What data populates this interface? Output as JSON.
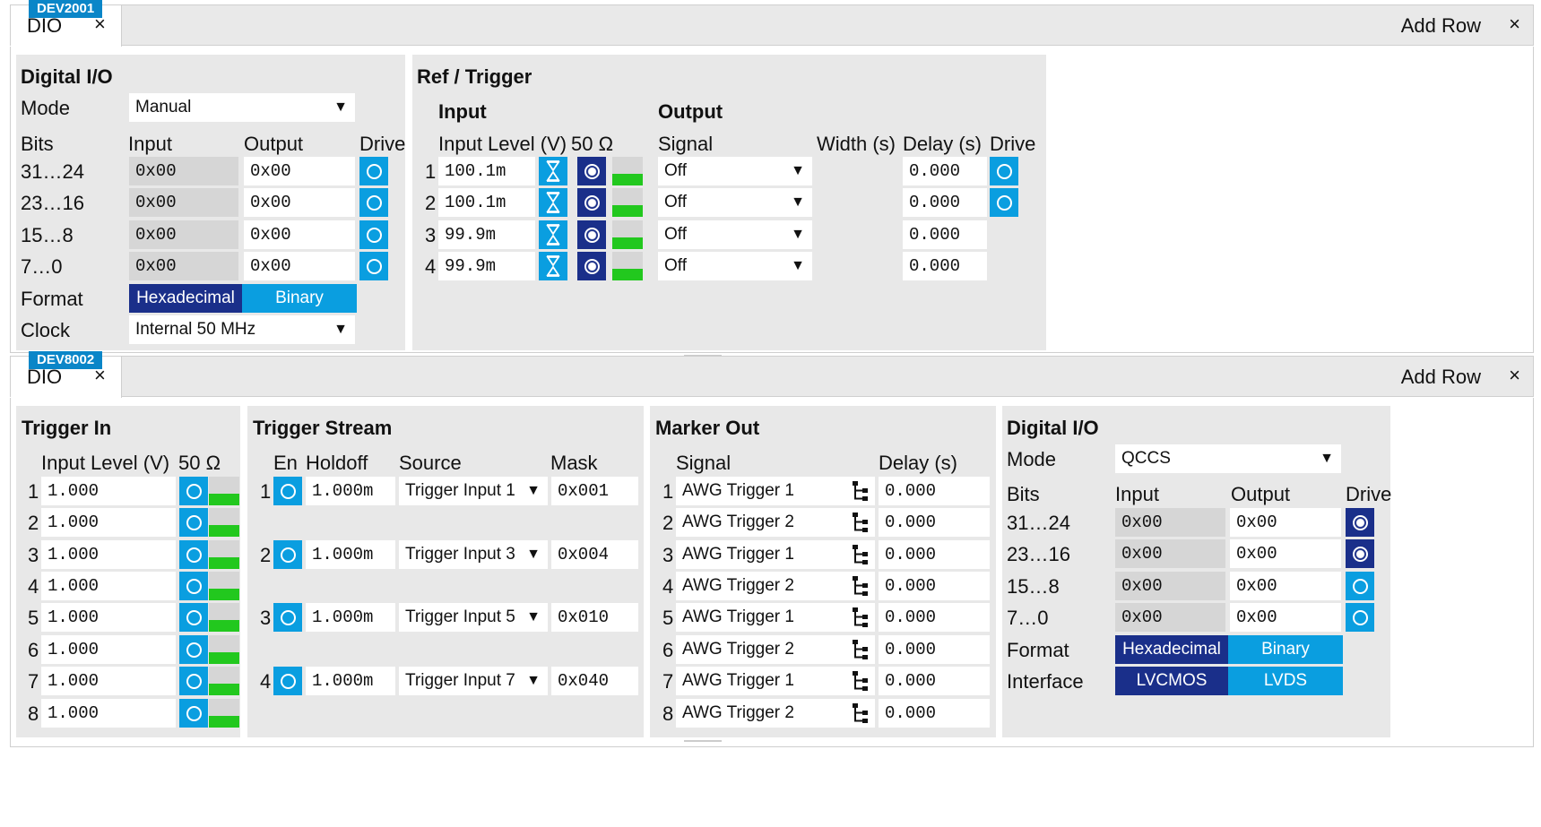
{
  "common": {
    "tab_name": "DIO",
    "close": "×",
    "add_row": "Add Row"
  },
  "dev1": {
    "device": "DEV2001",
    "dio": {
      "title": "Digital I/O",
      "mode_label": "Mode",
      "mode": "Manual",
      "bits_label": "Bits",
      "input_label": "Input",
      "output_label": "Output",
      "drive_label": "Drive",
      "rows": [
        {
          "bits": "31…24",
          "input": "0x00",
          "output": "0x00"
        },
        {
          "bits": "23…16",
          "input": "0x00",
          "output": "0x00"
        },
        {
          "bits": "15…8",
          "input": "0x00",
          "output": "0x00"
        },
        {
          "bits": "7…0",
          "input": "0x00",
          "output": "0x00"
        }
      ],
      "format_label": "Format",
      "hex": "Hexadecimal",
      "bin": "Binary",
      "clock_label": "Clock",
      "clock": "Internal 50 MHz"
    },
    "ref": {
      "title": "Ref / Trigger",
      "input_head": "Input",
      "output_head": "Output",
      "level_label": "Input Level (V)",
      "ohm_label": "50 Ω",
      "signal_label": "Signal",
      "width_label": "Width (s)",
      "delay_label": "Delay (s)",
      "drive_label": "Drive",
      "rows": [
        {
          "n": "1",
          "level": "100.1m",
          "signal": "Off",
          "delay": "0.000"
        },
        {
          "n": "2",
          "level": "100.1m",
          "signal": "Off",
          "delay": "0.000"
        },
        {
          "n": "3",
          "level": "99.9m",
          "signal": "Off",
          "delay": "0.000"
        },
        {
          "n": "4",
          "level": "99.9m",
          "signal": "Off",
          "delay": "0.000"
        }
      ]
    }
  },
  "dev2": {
    "device": "DEV8002",
    "trig_in": {
      "title": "Trigger In",
      "level_label": "Input Level (V)",
      "ohm_label": "50 Ω",
      "rows": [
        {
          "n": "1",
          "level": "1.000"
        },
        {
          "n": "2",
          "level": "1.000"
        },
        {
          "n": "3",
          "level": "1.000"
        },
        {
          "n": "4",
          "level": "1.000"
        },
        {
          "n": "5",
          "level": "1.000"
        },
        {
          "n": "6",
          "level": "1.000"
        },
        {
          "n": "7",
          "level": "1.000"
        },
        {
          "n": "8",
          "level": "1.000"
        }
      ]
    },
    "stream": {
      "title": "Trigger Stream",
      "en_label": "En",
      "holdoff_label": "Holdoff",
      "source_label": "Source",
      "mask_label": "Mask",
      "rows": [
        {
          "n": "1",
          "holdoff": "1.000m",
          "source": "Trigger Input 1",
          "mask": "0x001"
        },
        {
          "n": "2",
          "holdoff": "1.000m",
          "source": "Trigger Input 3",
          "mask": "0x004"
        },
        {
          "n": "3",
          "holdoff": "1.000m",
          "source": "Trigger Input 5",
          "mask": "0x010"
        },
        {
          "n": "4",
          "holdoff": "1.000m",
          "source": "Trigger Input 7",
          "mask": "0x040"
        }
      ]
    },
    "marker": {
      "title": "Marker Out",
      "signal_label": "Signal",
      "delay_label": "Delay (s)",
      "rows": [
        {
          "n": "1",
          "signal": "AWG Trigger 1",
          "delay": "0.000"
        },
        {
          "n": "2",
          "signal": "AWG Trigger 2",
          "delay": "0.000"
        },
        {
          "n": "3",
          "signal": "AWG Trigger 1",
          "delay": "0.000"
        },
        {
          "n": "4",
          "signal": "AWG Trigger 2",
          "delay": "0.000"
        },
        {
          "n": "5",
          "signal": "AWG Trigger 1",
          "delay": "0.000"
        },
        {
          "n": "6",
          "signal": "AWG Trigger 2",
          "delay": "0.000"
        },
        {
          "n": "7",
          "signal": "AWG Trigger 1",
          "delay": "0.000"
        },
        {
          "n": "8",
          "signal": "AWG Trigger 2",
          "delay": "0.000"
        }
      ]
    },
    "dio": {
      "title": "Digital I/O",
      "mode_label": "Mode",
      "mode": "QCCS",
      "bits_label": "Bits",
      "input_label": "Input",
      "output_label": "Output",
      "drive_label": "Drive",
      "rows": [
        {
          "bits": "31…24",
          "input": "0x00",
          "output": "0x00"
        },
        {
          "bits": "23…16",
          "input": "0x00",
          "output": "0x00"
        },
        {
          "bits": "15…8",
          "input": "0x00",
          "output": "0x00"
        },
        {
          "bits": "7…0",
          "input": "0x00",
          "output": "0x00"
        }
      ],
      "format_label": "Format",
      "hex": "Hexadecimal",
      "bin": "Binary",
      "interface_label": "Interface",
      "lvcmos": "LVCMOS",
      "lvds": "LVDS"
    }
  },
  "colors": {
    "accent": "#0a9ee0",
    "selected": "#1a2f8a",
    "led": "#22c81e"
  }
}
